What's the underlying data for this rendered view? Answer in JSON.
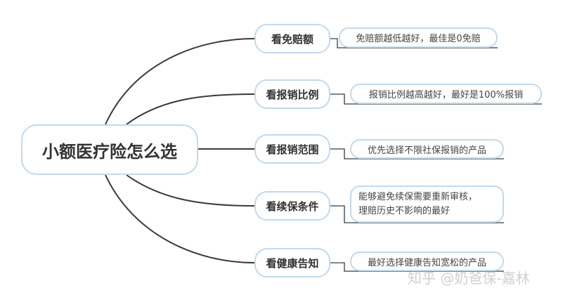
{
  "root": {
    "label": "小额医疗险怎么选"
  },
  "branches": [
    {
      "label": "看免赔额",
      "details": [
        "免赔额越低越好，最佳是0免赔"
      ]
    },
    {
      "label": "看报销比例",
      "details": [
        "报销比例越高越好，最好是100%报销"
      ]
    },
    {
      "label": "看报销范围",
      "details": [
        "优先选择不限社保报销的产品"
      ]
    },
    {
      "label": "看续保条件",
      "details": [
        "能够避免续保需要重新审核，",
        "理赔历史不影响的最好"
      ]
    },
    {
      "label": "看健康告知",
      "details": [
        "最好选择健康告知宽松的产品"
      ]
    }
  ],
  "watermark": "知乎 @奶爸保-嘉林",
  "colors": {
    "node_border": "#c3d9ec",
    "line": "#3a3a3a",
    "text": "#333333"
  }
}
